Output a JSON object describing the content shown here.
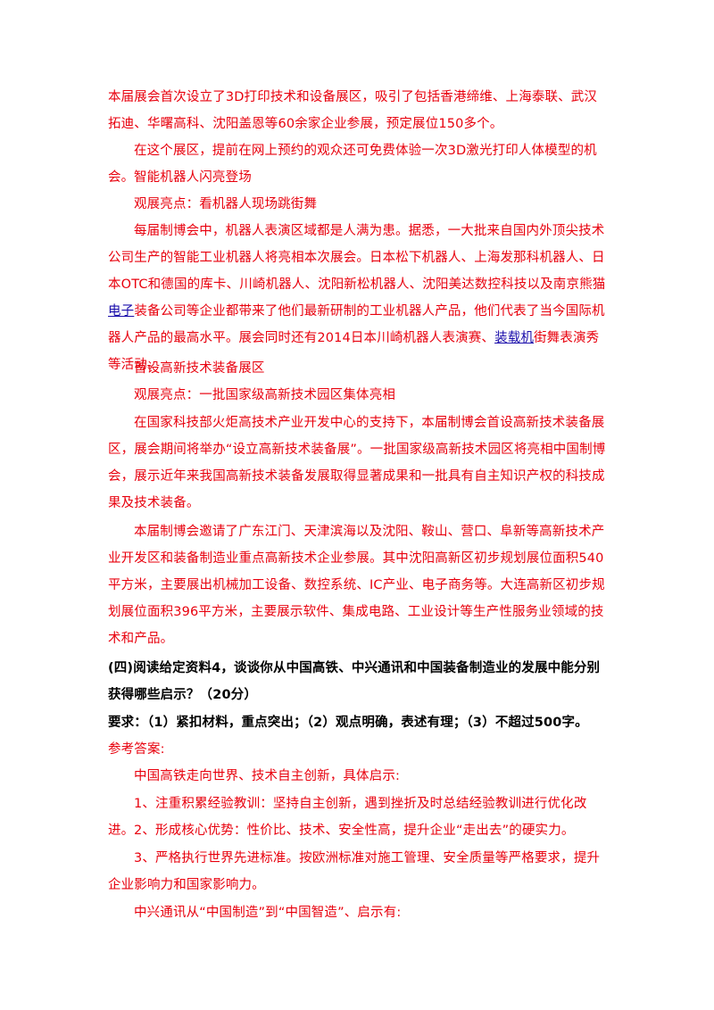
{
  "paragraphs": {
    "p1": "本届展会首次设立了3D打印技术和设备展区，吸引了包括香港缔维、上海泰联、武汉拓迪、华曙高科、沈阳盖恩等60余家企业参展，预定展位150多个。",
    "p2": "在这个展区，提前在网上预约的观众还可免费体验一次3D激光打印人体模型的机会。",
    "p3": "智能机器人闪亮登场",
    "p4": "观展亮点：看机器人现场跳街舞",
    "p5_a": "每届制博会中，机器人表演区域都是人满为患。据悉，一大批来自国内外顶尖技术公司生产的智能工业机器人将亮相本次展会。日本松下机器人、上海发那科机器人、日本OTC和德国的库卡、川崎机器人、沈阳新松机器人、沈阳美达数控科技以及南京熊猫",
    "p5_link1": "电子",
    "p5_b": "装备公司等企业都带来了他们最新研制的工业机器人产品，他们代表了当今国际机器人产品的最高水平。展会同时还有2014日本川崎机器人表演赛、",
    "p5_link2": "装载机",
    "p5_c": "街舞表演秀等活动。",
    "p6": "首设高新技术装备展区",
    "p7": "观展亮点：一批国家级高新技术园区集体亮相",
    "p8": "在国家科技部火炬高技术产业开发中心的支持下，本届制博会首设高新技术装备展区，展会期间将举办“设立高新技术装备展”。一批国家级高新技术园区将亮相中国制博会，展示近年来我国高新技术装备发展取得显著成果和一批具有自主知识产权的科技成果及技术装备。",
    "p9": "本届制博会邀请了广东江门、天津滨海以及沈阳、鞍山、营口、阜新等高新技术产业开发区和装备制造业重点高新技术企业参展。其中沈阳高新区初步规划展位面积540平方米，主要展出机械加工设备、数控系统、IC产业、电子商务等。大连高新区初步规划展位面积396平方米，主要展示软件、集成电路、工业设计等生产性服务业领域的技术和产品。",
    "q4": "(四)阅读给定资料4，谈谈你从中国高铁、中兴通讯和中国装备制造业的发展中能分别获得哪些启示？（20分）",
    "req": "要求：（1）紧扣材料，重点突出；（2）观点明确，表述有理；（3）不超过500字。",
    "ref": "参考答案:",
    "a1": "中国高铁走向世界、技术自主创新，具体启示:",
    "a2": "1、注重积累经验教训：坚持自主创新，遇到挫折及时总结经验教训进行优化改进。",
    "a3": "2、形成核心优势：性价比、技术、安全性高，提升企业“走出去”的硬实力。",
    "a4": "3、严格执行世界先进标准。按欧洲标准对施工管理、安全质量等严格要求，提升企业影响力和国家影响力。",
    "a5": "中兴通讯从“中国制造”到“中国智造”、启示有:"
  },
  "colors": {
    "answer_text": "#e8000d",
    "question_text": "#000000",
    "link": "#1a0dab"
  }
}
